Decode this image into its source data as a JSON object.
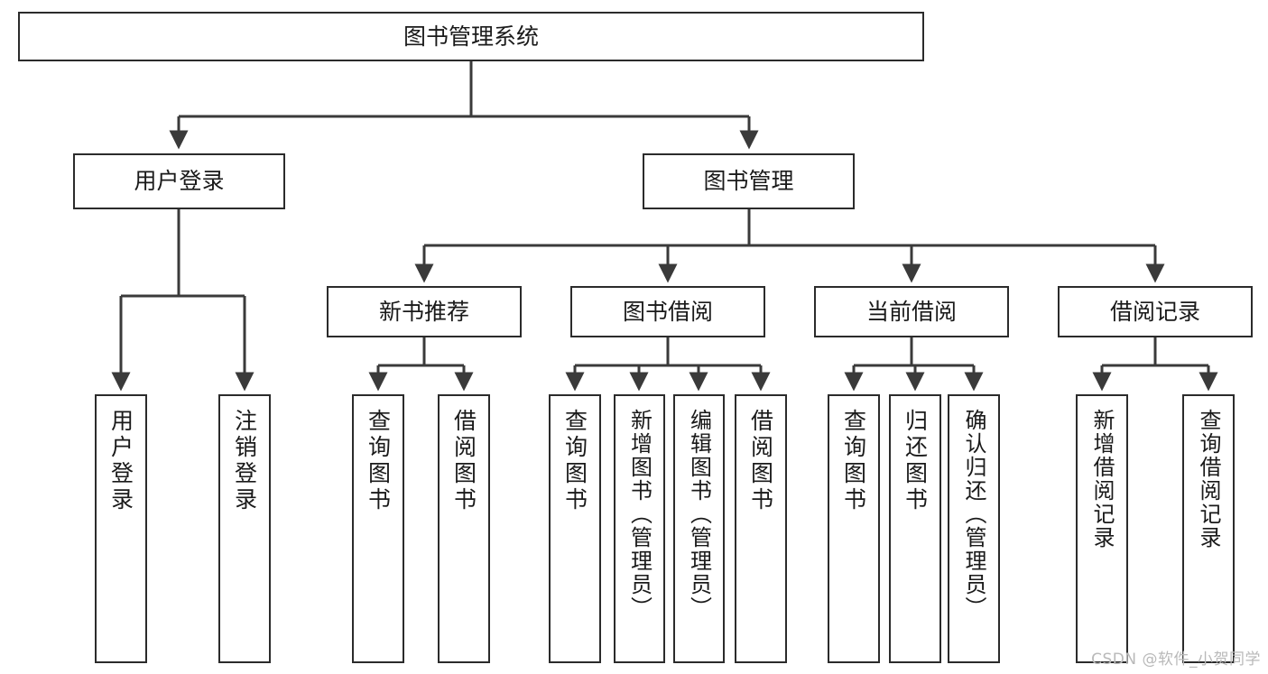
{
  "diagram": {
    "title": "图书管理系统",
    "type": "hierarchy-tree",
    "colors": {
      "box_border": "#2b2b2b",
      "box_fill": "#ffffff",
      "edge": "#3a3a3a",
      "text": "#1a1a1a",
      "watermark": "#b9b9b9",
      "background": "#ffffff"
    },
    "levels": {
      "level1": [
        {
          "id": "root",
          "label": "图书管理系统"
        }
      ],
      "level2": [
        {
          "id": "user-login",
          "label": "用户登录"
        },
        {
          "id": "book-manage",
          "label": "图书管理"
        }
      ],
      "level3": [
        {
          "id": "new-book-rec",
          "label": "新书推荐"
        },
        {
          "id": "book-borrow",
          "label": "图书借阅"
        },
        {
          "id": "current-borrow",
          "label": "当前借阅"
        },
        {
          "id": "borrow-record",
          "label": "借阅记录"
        }
      ],
      "level4": [
        {
          "id": "leaf-user-login",
          "label": "用户登录",
          "parent": "user-login"
        },
        {
          "id": "leaf-logout",
          "label": "注销登录",
          "parent": "user-login"
        },
        {
          "id": "leaf-query-book-1",
          "label": "查询图书",
          "parent": "new-book-rec"
        },
        {
          "id": "leaf-borrow-book-1",
          "label": "借阅图书",
          "parent": "new-book-rec"
        },
        {
          "id": "leaf-query-book-2",
          "label": "查询图书",
          "parent": "book-borrow"
        },
        {
          "id": "leaf-add-book",
          "label": "新增图书（管理员）",
          "parent": "book-borrow"
        },
        {
          "id": "leaf-edit-book",
          "label": "编辑图书（管理员）",
          "parent": "book-borrow"
        },
        {
          "id": "leaf-borrow-book-2",
          "label": "借阅图书",
          "parent": "book-borrow"
        },
        {
          "id": "leaf-query-book-3",
          "label": "查询图书",
          "parent": "current-borrow"
        },
        {
          "id": "leaf-return-book",
          "label": "归还图书",
          "parent": "current-borrow"
        },
        {
          "id": "leaf-confirm-return",
          "label": "确认归还（管理员）",
          "parent": "current-borrow"
        },
        {
          "id": "leaf-add-record",
          "label": "新增借阅记录",
          "parent": "borrow-record"
        },
        {
          "id": "leaf-query-record",
          "label": "查询借阅记录",
          "parent": "borrow-record"
        }
      ]
    }
  },
  "watermark": {
    "text": "CSDN @软件_小贺同学"
  }
}
